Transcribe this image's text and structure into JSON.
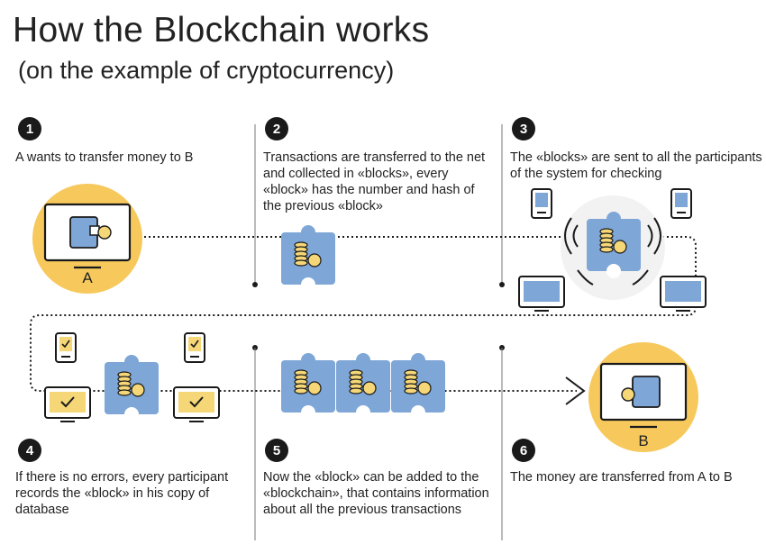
{
  "header": {
    "title": "How the Blockchain works",
    "subtitle": "(on the example of cryptocurrency)"
  },
  "steps": [
    {
      "number": "1",
      "text": "A wants to transfer money to B"
    },
    {
      "number": "2",
      "text": "Transactions are transferred to the net and collected in «blocks», every «block» has the number and hash of the previous «block»"
    },
    {
      "number": "3",
      "text": "The «blocks» are sent to all the participants of the system for checking"
    },
    {
      "number": "4",
      "text": "If there is no errors, every participant records the «block» in his copy of database"
    },
    {
      "number": "5",
      "text": "Now the «block» can be added to the «blockchain», that contains information about all the previous transactions"
    },
    {
      "number": "6",
      "text": "The money are transferred from A to B"
    }
  ],
  "labels": {
    "sender": "A",
    "receiver": "B"
  },
  "colors": {
    "accent_yellow": "#F7C95C",
    "block_blue": "#7EA6D6",
    "coin_yellow": "#F5D777",
    "ink": "#1a1a1a"
  }
}
